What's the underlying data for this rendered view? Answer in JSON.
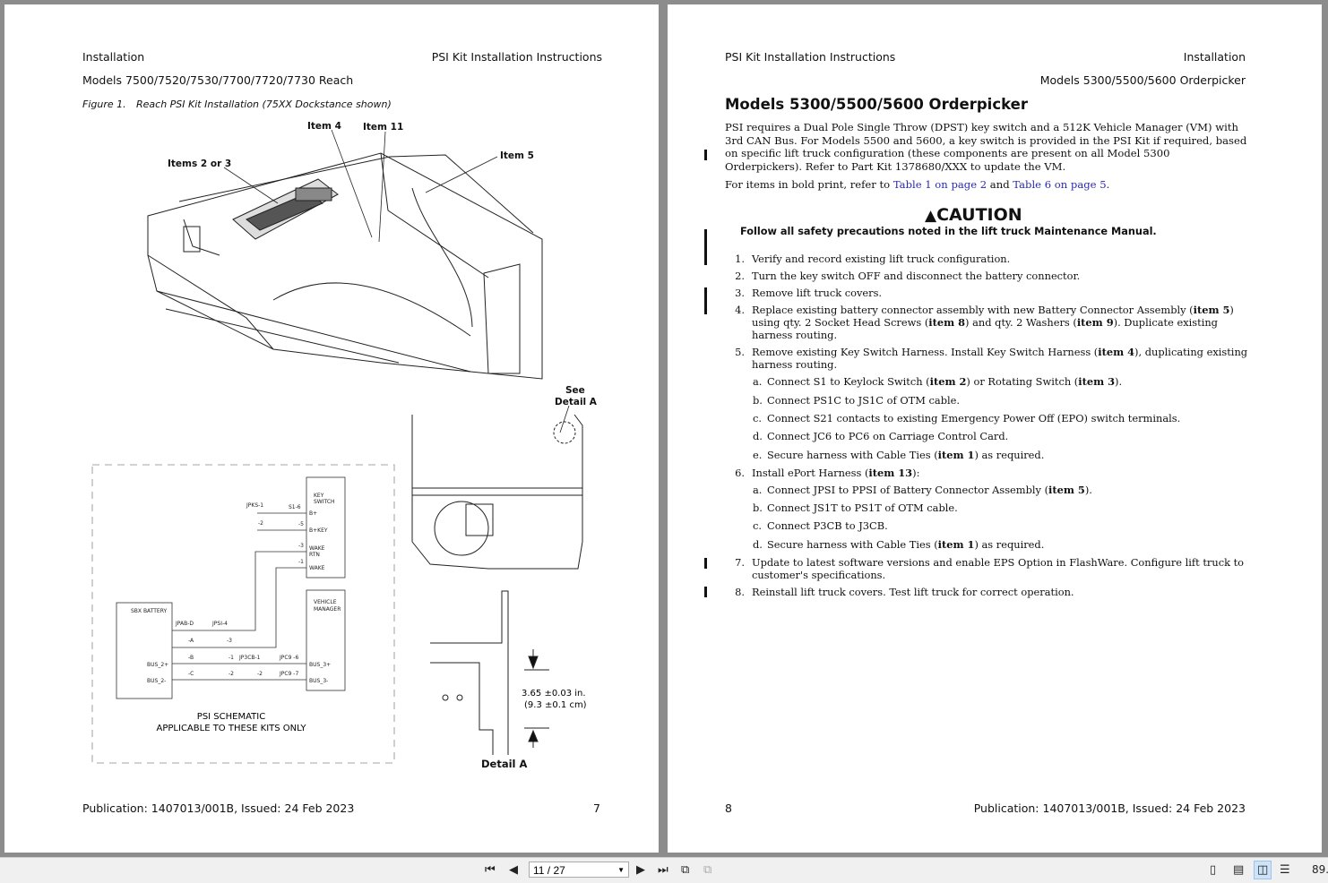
{
  "left_page": {
    "header_left": "Installation",
    "header_right": "PSI Kit Installation Instructions",
    "subheader": "Models 7500/7520/7530/7700/7720/7730 Reach",
    "figure_label": "Figure 1.",
    "figure_caption": "Reach PSI Kit Installation (75XX Dockstance shown)",
    "callouts": {
      "items_2_3": "Items 2 or 3",
      "item_4": "Item 4",
      "item_11": "Item 11",
      "item_5": "Item 5",
      "see": "See",
      "detail_a_ref": "Detail A",
      "dim_in": "3.65 ±0.03 in.",
      "dim_cm": "(9.3 ±0.1 cm)",
      "detail_a": "Detail A"
    },
    "schematic": {
      "key_switch_1": "KEY",
      "key_switch_2": "SWITCH",
      "vm_1": "VEHICLE",
      "vm_2": "MANAGER",
      "battery": "SBX BATTERY",
      "b_plus": "B+",
      "b_plus_key": "B+KEY",
      "wake_1": "WAKE",
      "wake_rtn": "RTN",
      "wake": "WAKE",
      "jpks1": "JPKS-1",
      "s16": "S1-6",
      "m2a": "-2",
      "m5": "-5",
      "m3a": "-3",
      "m1a": "-1",
      "jpabd": "JPAB-D",
      "jpsi4": "JPSI-4",
      "ma": "-A",
      "m3b": "-3",
      "mb": "-B",
      "m1b": "-1",
      "jp3cb1": "JP3CB-1",
      "jpc9_6": "JPC9 -6",
      "mc": "-C",
      "m2b": "-2",
      "m2c": "-2",
      "jpc9_7": "JPC9 -7",
      "bus2p": "BUS_2+",
      "bus2m": "BUS_2-",
      "bus3p": "BUS_3+",
      "bus3m": "BUS_3-",
      "title": "PSI SCHEMATIC",
      "subtitle": "APPLICABLE TO THESE KITS ONLY"
    },
    "footer_pub": "Publication: 1407013/001B, Issued: 24 Feb 2023",
    "page_number": "7"
  },
  "right_page": {
    "header_left": "PSI Kit Installation Instructions",
    "header_right": "Installation",
    "subheader": "Models 5300/5500/5600 Orderpicker",
    "title": "Models 5300/5500/5600 Orderpicker",
    "intro": "PSI requires a Dual Pole Single Throw (DPST) key switch and a 512K Vehicle Manager (VM) with 3rd CAN Bus. For Models 5500 and 5600, a key switch is provided in the PSI Kit if required, based on specific lift truck configuration (these components are present on all Model 5300 Orderpickers). Refer to Part Kit 1378680/XXX to update the VM.",
    "refer_prefix": "For items in bold print, refer to ",
    "link1": "Table 1 on page 2",
    "refer_and": " and ",
    "link2": "Table 6 on page 5",
    "refer_suffix": ".",
    "caution_title": "CAUTION",
    "caution_text": "Follow all safety precautions noted in the lift truck Maintenance Manual.",
    "steps": [
      {
        "num": "1.",
        "parts": [
          {
            "t": "Verify and record existing lift truck configuration."
          }
        ]
      },
      {
        "num": "2.",
        "parts": [
          {
            "t": "Turn the key switch OFF and disconnect the battery connector."
          }
        ]
      },
      {
        "num": "3.",
        "parts": [
          {
            "t": "Remove lift truck covers."
          }
        ]
      },
      {
        "num": "4.",
        "parts": [
          {
            "t": "Replace existing battery connector assembly with new Battery Connector Assembly ("
          },
          {
            "t": "item 5",
            "b": true
          },
          {
            "t": ") using qty. 2 Socket Head Screws ("
          },
          {
            "t": "item 8",
            "b": true
          },
          {
            "t": ") and qty. 2 Washers ("
          },
          {
            "t": "item 9",
            "b": true
          },
          {
            "t": "). Duplicate existing harness routing."
          }
        ]
      },
      {
        "num": "5.",
        "parts": [
          {
            "t": "Remove existing Key Switch Harness. Install Key Switch Harness ("
          },
          {
            "t": "item 4",
            "b": true
          },
          {
            "t": "), duplicating existing harness routing."
          }
        ],
        "subs": [
          {
            "num": "a.",
            "parts": [
              {
                "t": "Connect S1 to Keylock Switch ("
              },
              {
                "t": "item 2",
                "b": true
              },
              {
                "t": ") or Rotating Switch ("
              },
              {
                "t": "item 3",
                "b": true
              },
              {
                "t": ")."
              }
            ]
          },
          {
            "num": "b.",
            "parts": [
              {
                "t": "Connect PS1C to JS1C of OTM cable."
              }
            ]
          },
          {
            "num": "c.",
            "parts": [
              {
                "t": "Connect S21 contacts to existing Emergency Power Off (EPO) switch terminals."
              }
            ]
          },
          {
            "num": "d.",
            "parts": [
              {
                "t": "Connect JC6 to PC6 on Carriage Control Card."
              }
            ]
          },
          {
            "num": "e.",
            "parts": [
              {
                "t": "Secure harness with Cable Ties ("
              },
              {
                "t": "item 1",
                "b": true
              },
              {
                "t": ") as required."
              }
            ]
          }
        ]
      },
      {
        "num": "6.",
        "parts": [
          {
            "t": "Install ePort Harness ("
          },
          {
            "t": "item 13",
            "b": true
          },
          {
            "t": "):"
          }
        ],
        "subs": [
          {
            "num": "a.",
            "parts": [
              {
                "t": "Connect JPSI to PPSI of Battery Connector Assembly ("
              },
              {
                "t": "item 5",
                "b": true
              },
              {
                "t": ")."
              }
            ]
          },
          {
            "num": "b.",
            "parts": [
              {
                "t": "Connect JS1T to PS1T of OTM cable."
              }
            ]
          },
          {
            "num": "c.",
            "parts": [
              {
                "t": "Connect P3CB to J3CB."
              }
            ]
          },
          {
            "num": "d.",
            "parts": [
              {
                "t": "Secure harness with Cable Ties ("
              },
              {
                "t": "item 1",
                "b": true
              },
              {
                "t": ") as required."
              }
            ]
          }
        ]
      },
      {
        "num": "7.",
        "parts": [
          {
            "t": "Update to latest software versions and enable EPS Option in FlashWare. Configure lift truck to customer's specifications."
          }
        ]
      },
      {
        "num": "8.",
        "parts": [
          {
            "t": "Reinstall lift truck covers. Test lift truck for correct operation."
          }
        ]
      }
    ],
    "page_number": "8",
    "footer_pub": "Publication: 1407013/001B, Issued: 24 Feb 2023"
  },
  "toolbar": {
    "page_field": "11 / 27",
    "zoom": "89.",
    "icons": [
      "first-page-icon",
      "prev-page-icon",
      "next-page-icon",
      "last-page-icon",
      "rotate-icon",
      "fit-icon",
      "single-page-icon",
      "continuous-icon",
      "two-page-icon",
      "two-page-continuous-icon"
    ],
    "active_view_color": "#cde3f7"
  }
}
